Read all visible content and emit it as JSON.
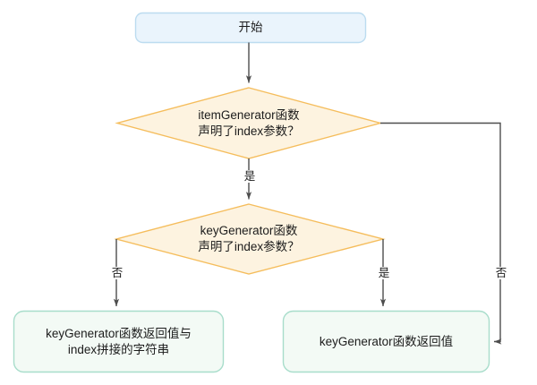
{
  "diagram": {
    "type": "flowchart",
    "direction": "top-down",
    "background_color": "#ffffff",
    "palette": {
      "start_fill": "#eaf4fc",
      "start_stroke": "#bcdcf0",
      "decision_fill": "#fdf3e0",
      "decision_stroke": "#f5bd5c",
      "result_fill": "#f3faf5",
      "result_stroke": "#a8ddcb",
      "edge_stroke": "#4d4d4d",
      "text_color": "#1c1c1c"
    },
    "nodes": [
      {
        "id": "start",
        "shape": "rounded-rect",
        "label": "开始"
      },
      {
        "id": "decision-item-generator",
        "shape": "diamond",
        "label": "itemGenerator函数\n声明了index参数？"
      },
      {
        "id": "decision-key-generator",
        "shape": "diamond",
        "label": "keyGenerator函数\n声明了index参数？"
      },
      {
        "id": "result-concat",
        "shape": "rounded-rect",
        "label": "keyGenerator函数返回值与\nindex拼接的字符串"
      },
      {
        "id": "result-plain",
        "shape": "rounded-rect",
        "label": "keyGenerator函数返回值"
      }
    ],
    "edges": [
      {
        "id": "edge-start-to-item",
        "from": "start",
        "to": "decision-item-generator",
        "label": ""
      },
      {
        "id": "edge-item-yes",
        "from": "decision-item-generator",
        "to": "decision-key-generator",
        "label": "是"
      },
      {
        "id": "edge-item-no",
        "from": "decision-item-generator",
        "to": "result-plain",
        "label": "否"
      },
      {
        "id": "edge-key-no",
        "from": "decision-key-generator",
        "to": "result-concat",
        "label": "否"
      },
      {
        "id": "edge-key-yes",
        "from": "decision-key-generator",
        "to": "result-plain",
        "label": "是"
      }
    ]
  }
}
